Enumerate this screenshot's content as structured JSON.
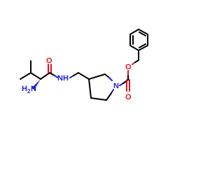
{
  "atoms": {
    "amide_o": "O",
    "amine_n": "N",
    "amine_h": "H",
    "amine_h_count": "2",
    "amide_nh": "NH",
    "ring_n": "N",
    "ester_o": "O",
    "carbonyl_o": "O"
  },
  "colors": {
    "carbon": "#000000",
    "nitrogen": "#1f1fd6",
    "oxygen": "#e8101e",
    "background": "#ffffff"
  }
}
